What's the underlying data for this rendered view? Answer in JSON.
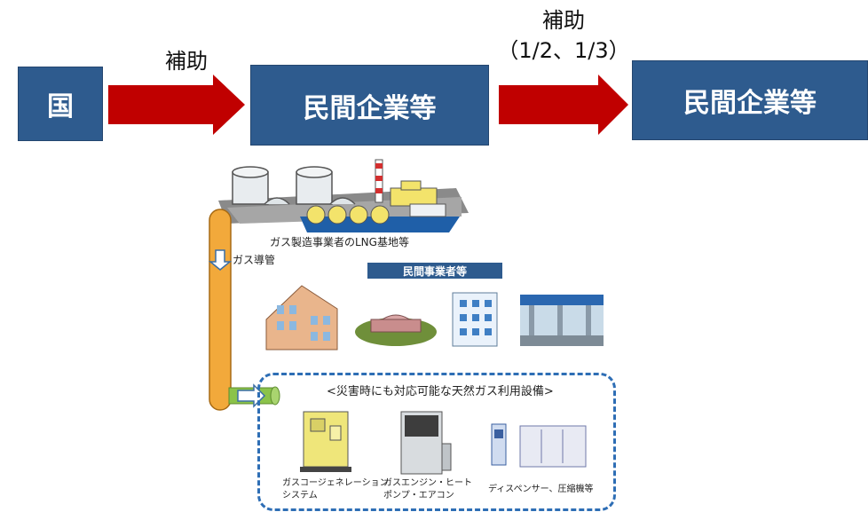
{
  "flow": {
    "source": "国",
    "middle": "民間企業等",
    "target": "民間企業等",
    "subsidy_label_1": "補助",
    "subsidy_label_2": "補助",
    "subsidy_rate": "（1/2、1/3）"
  },
  "illustration": {
    "lng_base_caption": "ガス製造事業者のLNG基地等",
    "pipe_caption": "ガス導管",
    "private_operators_tag": "民間事業者等",
    "equipment_heading": "<災害時にも対応可能な天然ガス利用設備>",
    "equipment": [
      {
        "label_line1": "ガスコージェネレーション",
        "label_line2": "システム"
      },
      {
        "label_line1": "ガスエンジン・ヒート",
        "label_line2": "ポンプ・エアコン"
      },
      {
        "label_line1": "ディスペンサー、圧縮機等",
        "label_line2": ""
      }
    ]
  },
  "colors": {
    "box_fill": "#2e5b8e",
    "arrow_red": "#c00000",
    "pipe_orange": "#f2a93b",
    "dash_blue": "#2e6eb5"
  }
}
